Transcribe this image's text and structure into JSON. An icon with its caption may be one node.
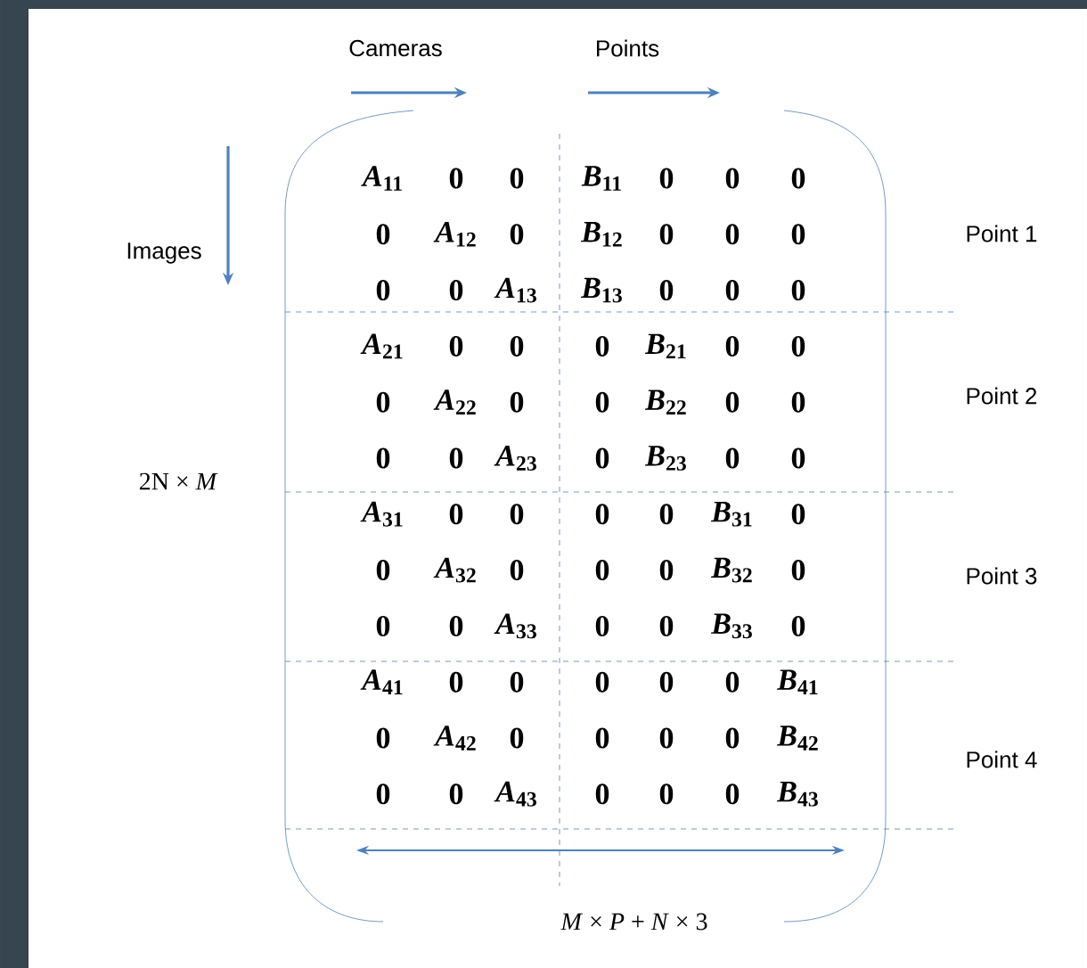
{
  "diagram": {
    "labels": [
      "Cameras",
      "Points",
      "Images",
      "2N × *M*",
      "*A*$_{11}$",
      "0",
      "0",
      "*B*$_{11}$",
      "0",
      "0",
      "0",
      "0",
      "*A*$_{12}$",
      "0",
      "*B*$_{12}$",
      "0",
      "0",
      "0",
      "0",
      "0",
      "*A*$_{13}$",
      "*B*$_{13}$",
      "0",
      "0",
      "0",
      "*A*$_{21}$",
      "0",
      "0",
      "0",
      "*B*$_{21}$",
      "0",
      "0",
      "0",
      "*A*$_{22}$",
      "0",
      "0",
      "*B*$_{22}$",
      "0",
      "0",
      "0",
      "0",
      "*A*$_{23}$",
      "0",
      "*B*$_{23}$",
      "0",
      "0",
      "*A*$_{31}$",
      "0",
      "0",
      "0",
      "0",
      "*B*$_{31}$",
      "0",
      "0",
      "*A*$_{32}$",
      "0",
      "0",
      "0",
      "*B*$_{32}$",
      "0",
      "0",
      "0",
      "*A*$_{33}$",
      "0",
      "0",
      "*B*$_{33}$",
      "0",
      "*A*$_{41}$",
      "0",
      "0",
      "0",
      "0",
      "0",
      "*B*$_{41}$",
      "0",
      "*A*$_{42}$",
      "0",
      "0",
      "0",
      "0",
      "*B*$_{42}$",
      "0",
      "0",
      "*A*$_{43}$",
      "0",
      "0",
      "0",
      "*B*$_{43}$",
      "Point 1",
      "Point 2",
      "Point 3",
      "Point 4",
      "*M* × *P* + *N* × 3"
    ]
  }
}
